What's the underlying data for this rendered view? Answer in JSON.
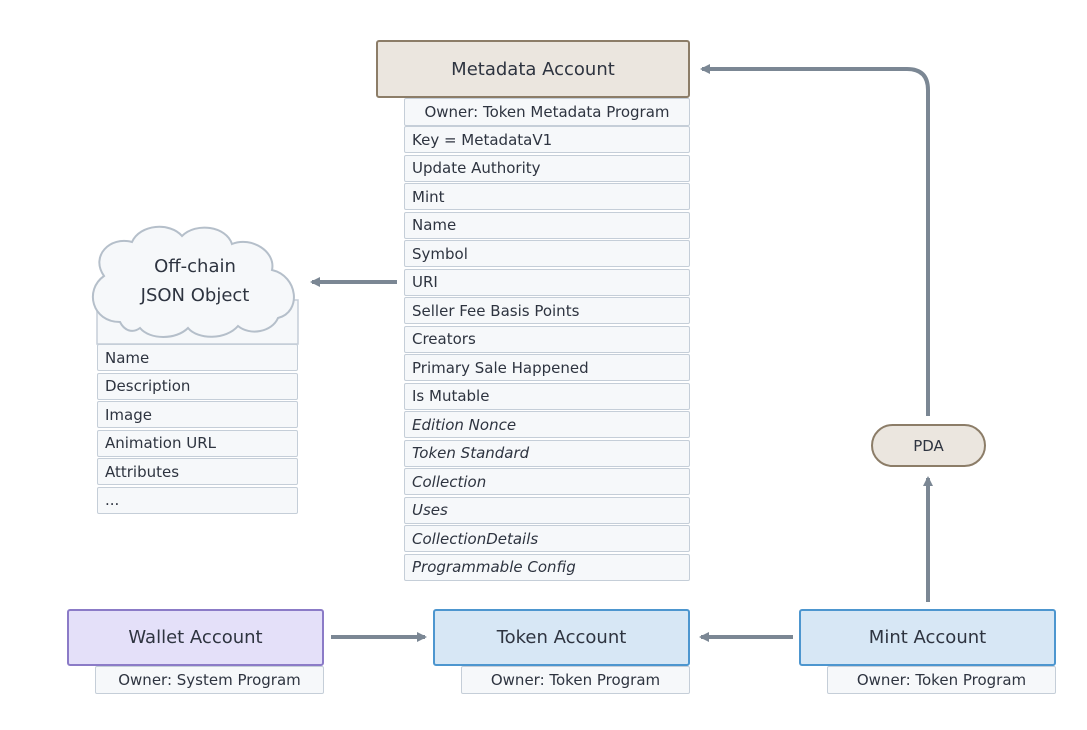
{
  "metadata_account": {
    "title": "Metadata Account",
    "owner": "Owner: Token Metadata Program",
    "fields": [
      {
        "label": "Key = MetadataV1",
        "italic": false
      },
      {
        "label": "Update Authority",
        "italic": false
      },
      {
        "label": "Mint",
        "italic": false
      },
      {
        "label": "Name",
        "italic": false
      },
      {
        "label": "Symbol",
        "italic": false
      },
      {
        "label": "URI",
        "italic": false
      },
      {
        "label": "Seller Fee Basis Points",
        "italic": false
      },
      {
        "label": "Creators",
        "italic": false
      },
      {
        "label": "Primary Sale Happened",
        "italic": false
      },
      {
        "label": "Is Mutable",
        "italic": false
      },
      {
        "label": "Edition Nonce",
        "italic": true
      },
      {
        "label": "Token Standard",
        "italic": true
      },
      {
        "label": "Collection",
        "italic": true
      },
      {
        "label": "Uses",
        "italic": true
      },
      {
        "label": "CollectionDetails",
        "italic": true
      },
      {
        "label": "Programmable Config",
        "italic": true
      }
    ]
  },
  "offchain_json": {
    "title_line1": "Off-chain",
    "title_line2": "JSON Object",
    "fields": [
      "Name",
      "Description",
      "Image",
      "Animation URL",
      "Attributes",
      "..."
    ]
  },
  "wallet_account": {
    "title": "Wallet Account",
    "owner": "Owner: System Program"
  },
  "token_account": {
    "title": "Token Account",
    "owner": "Owner: Token Program"
  },
  "mint_account": {
    "title": "Mint Account",
    "owner": "Owner: Token Program"
  },
  "pda": {
    "label": "PDA"
  },
  "colors": {
    "arrow": "#7b8794",
    "metadata_border": "#8c7d68",
    "metadata_fill": "#ebe6df",
    "wallet_border": "#8b7bc7",
    "wallet_fill": "#e4e0f9",
    "account_border": "#4d96cf",
    "account_fill": "#d7e7f5",
    "row_border": "#c5ced8",
    "row_fill": "#f6f8fa"
  }
}
